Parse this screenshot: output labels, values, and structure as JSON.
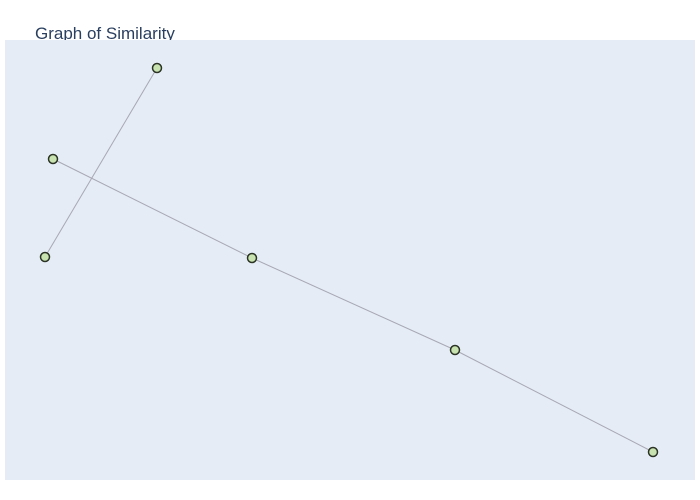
{
  "title": "Graph of Similarity",
  "colors": {
    "plot_background": "#e5ecf6",
    "edge": "#a7a8b4",
    "node_fill": "#c9e3b0",
    "node_stroke": "#2b3325",
    "title": "#2a3f5f"
  },
  "graph": {
    "nodes": [
      {
        "id": "n1"
      },
      {
        "id": "n2"
      },
      {
        "id": "n3"
      },
      {
        "id": "n4"
      },
      {
        "id": "n5"
      },
      {
        "id": "n6"
      }
    ],
    "edges": [
      {
        "source": "n1",
        "target": "n3"
      },
      {
        "source": "n2",
        "target": "n4"
      },
      {
        "source": "n4",
        "target": "n5"
      },
      {
        "source": "n5",
        "target": "n6"
      }
    ]
  }
}
